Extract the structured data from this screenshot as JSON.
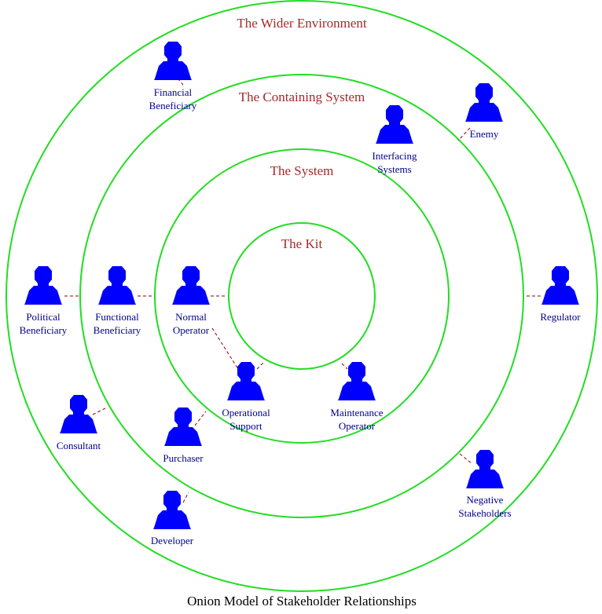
{
  "diagram": {
    "caption": "Onion Model of Stakeholder Relationships",
    "rings": [
      {
        "id": "wider",
        "label": "The Wider Environment"
      },
      {
        "id": "containing",
        "label": "The Containing System"
      },
      {
        "id": "system",
        "label": "The System"
      },
      {
        "id": "kit",
        "label": "The Kit"
      }
    ],
    "actors": [
      {
        "id": "financial-beneficiary",
        "label": [
          "Financial",
          "Beneficiary"
        ]
      },
      {
        "id": "enemy",
        "label": [
          "Enemy"
        ]
      },
      {
        "id": "interfacing-systems",
        "label": [
          "Interfacing",
          "Systems"
        ]
      },
      {
        "id": "political-beneficiary",
        "label": [
          "Political",
          "Beneficiary"
        ]
      },
      {
        "id": "functional-beneficiary",
        "label": [
          "Functional",
          "Beneficiary"
        ]
      },
      {
        "id": "normal-operator",
        "label": [
          "Normal",
          "Operator"
        ]
      },
      {
        "id": "regulator",
        "label": [
          "Regulator"
        ]
      },
      {
        "id": "operational-support",
        "label": [
          "Operational",
          "Support"
        ]
      },
      {
        "id": "maintenance-operator",
        "label": [
          "Maintenance",
          "Operator"
        ]
      },
      {
        "id": "consultant",
        "label": [
          "Consultant"
        ]
      },
      {
        "id": "purchaser",
        "label": [
          "Purchaser"
        ]
      },
      {
        "id": "negative-stakeholders",
        "label": [
          "Negative",
          "Stakeholders"
        ]
      },
      {
        "id": "developer",
        "label": [
          "Developer"
        ]
      }
    ],
    "colors": {
      "ring": "#22dd22",
      "ring_label": "#a52a2a",
      "actor": "#0000ff",
      "actor_label": "#00008b",
      "link": "#8b0000"
    }
  }
}
